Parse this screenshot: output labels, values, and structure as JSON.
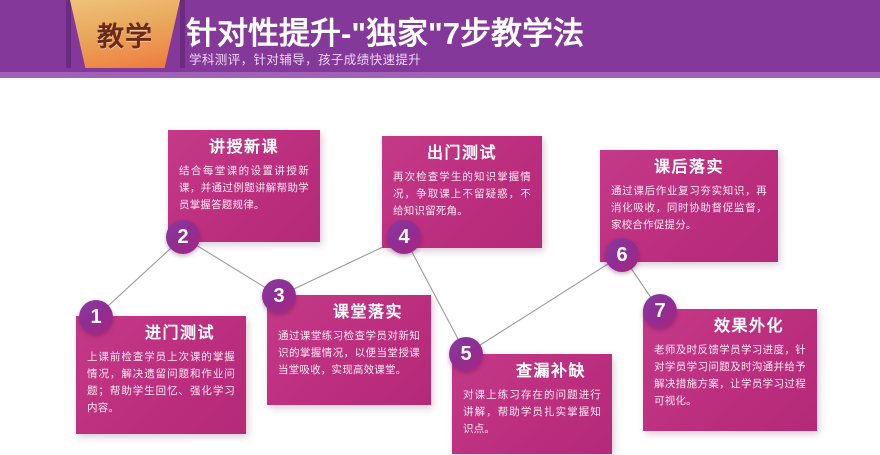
{
  "header": {
    "badge_label": "教学",
    "title": "针对性提升-\"独家\"7步教学法",
    "subtitle": "学科测评，针对辅导，孩子成绩快速提升",
    "bg_color": "#84399A",
    "underline_color": "#A261B8",
    "badge_gradient_from": "#F0C27A",
    "badge_gradient_to": "#E9773C"
  },
  "theme": {
    "card_color": "#BC2E7E",
    "node_color": "#8E2E94",
    "connector_color": "#9A9A9A",
    "page_bg": "#FFFFFF"
  },
  "steps": [
    {
      "number": "1",
      "title": "进门测试",
      "body": "上课前检查学员上次课的掌握情况，解决遗留问题和作业问题；帮助学生回忆、强化学习内容。"
    },
    {
      "number": "2",
      "title": "讲授新课",
      "body": "结合每堂课的设置讲授新课，并通过例题讲解帮助学员掌握答题规律。"
    },
    {
      "number": "3",
      "title": "课堂落实",
      "body": "通过课堂练习检查学员对新知识的掌握情况，以便当堂授课当堂吸收，实现高效课堂。"
    },
    {
      "number": "4",
      "title": "出门测试",
      "body": "再次检查学生的知识掌握情况，争取课上不留疑惑，不给知识留死角。"
    },
    {
      "number": "5",
      "title": "查漏补缺",
      "body": "对课上练习存在的问题进行讲解，帮助学员扎实掌握知识点。"
    },
    {
      "number": "6",
      "title": "课后落实",
      "body": "通过课后作业复习夯实知识，再消化吸收，同时协助督促监督，家校合作促提分。"
    },
    {
      "number": "7",
      "title": "效果外化",
      "body": "老师及时反馈学员学习进度，针对学员学习问题及时沟通并给予解决措施方案，让学员学习过程可视化。"
    }
  ]
}
